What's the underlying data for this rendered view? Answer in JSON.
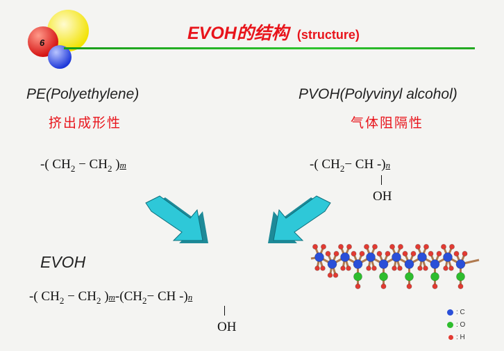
{
  "slide": {
    "number": "6",
    "title_main": "EVOH的结构",
    "title_sub": "(structure)",
    "colors": {
      "title": "#e8141b",
      "underline": "#22a822",
      "arrow": "#2ec8d8",
      "carbon": "#2a4fd8",
      "oxygen": "#2ebd2e",
      "hydrogen": "#e23a32"
    }
  },
  "pe": {
    "heading": "PE(Polyethylene)",
    "property": "挤出成形性",
    "paren_open": "-(",
    "unit_a": "CH",
    "sub_a": "2",
    "dash": " − ",
    "unit_b": "CH",
    "sub_b": "2",
    "paren_close": ")",
    "index": "m"
  },
  "pvoh": {
    "heading": "PVOH(Polyvinyl alcohol)",
    "property": "气体阻隔性",
    "paren_open": "-(",
    "unit_a": "CH",
    "sub_a": "2",
    "dash": "−",
    "unit_b": "CH",
    "paren_close": "-)",
    "index": "n",
    "side_group": "OH"
  },
  "evoh": {
    "heading": "EVOH",
    "paren1_open": "-(",
    "unit_a": "CH",
    "sub_a": "2",
    "dash1": " − ",
    "unit_b": "CH",
    "sub_b": "2",
    "paren1_close": ")",
    "index_m": "m",
    "paren2_open": "-(",
    "unit_c": "CH",
    "sub_c": "2",
    "dash2": "−",
    "unit_d": "CH",
    "paren2_close": "-)",
    "index_n": "n",
    "side_group": "OH"
  },
  "legend": {
    "carbon": ": C",
    "oxygen": ": O",
    "hydrogen": ": H"
  }
}
